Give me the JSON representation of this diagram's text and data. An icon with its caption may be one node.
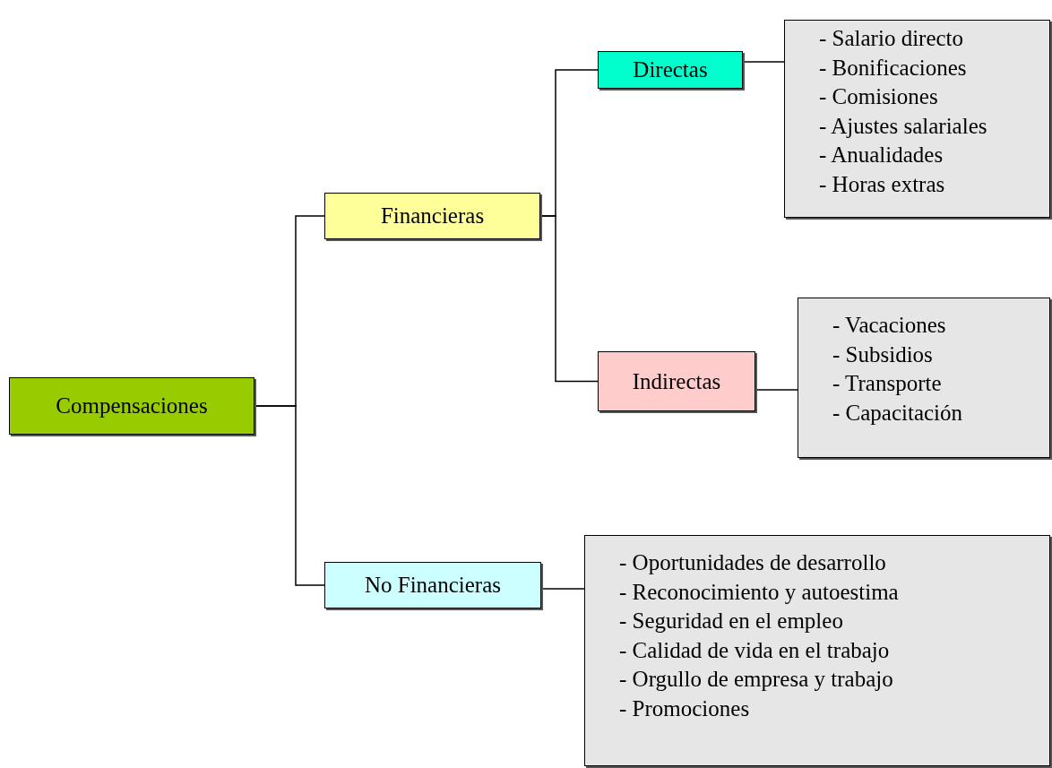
{
  "diagram": {
    "nodes": [
      {
        "text": [
          "Compensaciones"
        ]
      },
      {
        "text": [
          "Financieras"
        ]
      },
      {
        "text": [
          "No Financieras"
        ]
      },
      {
        "text": [
          "Directas"
        ]
      },
      {
        "text": [
          "Indirectas"
        ]
      },
      {
        "text": [
          "- Salario directo",
          "- Bonificaciones",
          "- Comisiones",
          "- Ajustes salariales",
          "- Anualidades",
          "- Horas extras"
        ]
      },
      {
        "text": [
          "- Vacaciones",
          "- Subsidios",
          "- Transporte",
          "- Capacitación"
        ]
      },
      {
        "text": [
          "- Oportunidades de desarrollo",
          "- Reconocimiento y autoestima",
          "- Seguridad en el empleo",
          "- Calidad de vida en el trabajo",
          "- Orgullo de empresa y trabajo",
          "- Promociones"
        ]
      }
    ],
    "edges": [
      {
        "from": 0,
        "to": 1,
        "arrow": "none"
      },
      {
        "from": 0,
        "to": 2,
        "arrow": "none"
      },
      {
        "from": 1,
        "to": 3,
        "arrow": "none"
      },
      {
        "from": 1,
        "to": 4,
        "arrow": "none"
      },
      {
        "from": 3,
        "to": 5,
        "arrow": "none"
      },
      {
        "from": 4,
        "to": 6,
        "arrow": "none"
      },
      {
        "from": 2,
        "to": 7,
        "arrow": "none"
      }
    ]
  }
}
